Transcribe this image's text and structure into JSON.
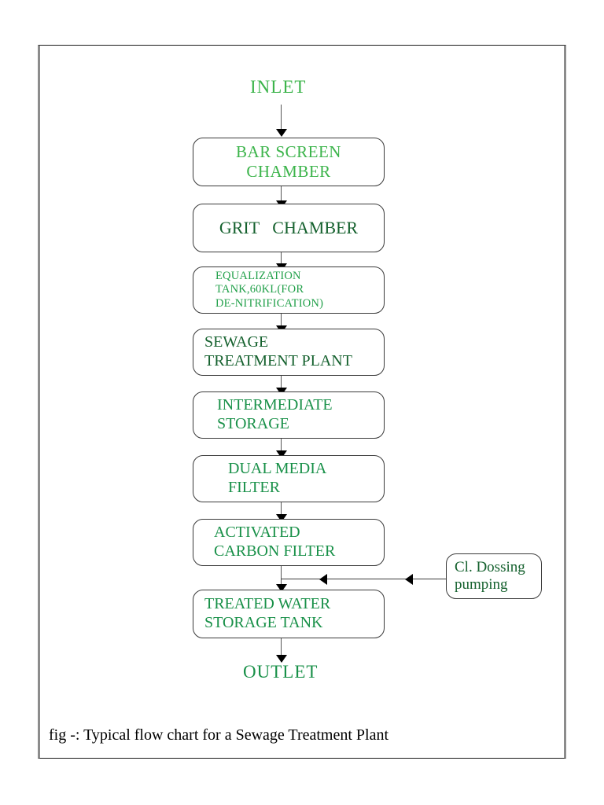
{
  "figure": {
    "caption": "fig -: Typical flow chart for a Sewage Treatment Plant",
    "inlet_label": "INLET",
    "outlet_label": "OUTLET"
  },
  "colors": {
    "light_green": "#3cb44b",
    "mid_green": "#189048",
    "dark_green": "#15612e",
    "frame_side": "#8c8c8c",
    "frame_edge": "#1a1a1a",
    "arrow": "#000000",
    "box_border": "#3a3a3a"
  },
  "chart_data": {
    "type": "diagram",
    "title": "Typical flow chart for a Sewage Treatment Plant",
    "orientation": "top-to-bottom",
    "nodes": [
      {
        "id": "inlet",
        "label": "INLET",
        "shape": "text"
      },
      {
        "id": "bar_screen",
        "line1": "BAR SCREEN",
        "line2": "CHAMBER",
        "shape": "rounded-rect"
      },
      {
        "id": "grit",
        "line1": "GRIT   CHAMBER",
        "shape": "rounded-rect"
      },
      {
        "id": "equalization",
        "line1": "EQUALIZATION",
        "line2": "TANK,60KL(FOR",
        "line3": "DE-NITRIFICATION)",
        "shape": "rounded-rect"
      },
      {
        "id": "stp",
        "line1": "SEWAGE",
        "line2": "TREATMENT PLANT",
        "shape": "rounded-rect"
      },
      {
        "id": "intermediate",
        "line1": "INTERMEDIATE",
        "line2": "STORAGE",
        "shape": "rounded-rect"
      },
      {
        "id": "dual_media",
        "line1": "DUAL MEDIA",
        "line2": "FILTER",
        "shape": "rounded-rect"
      },
      {
        "id": "carbon",
        "line1": "ACTIVATED",
        "line2": "CARBON FILTER",
        "shape": "rounded-rect"
      },
      {
        "id": "treated",
        "line1": "TREATED WATER",
        "line2": "STORAGE TANK",
        "shape": "rounded-rect"
      },
      {
        "id": "cl_dosing",
        "line1": "Cl. Dossing",
        "line2": "pumping",
        "shape": "rounded-rect"
      },
      {
        "id": "outlet",
        "label": "OUTLET",
        "shape": "text"
      }
    ],
    "edges": [
      {
        "from": "inlet",
        "to": "bar_screen",
        "direction": "down"
      },
      {
        "from": "bar_screen",
        "to": "grit",
        "direction": "down"
      },
      {
        "from": "grit",
        "to": "equalization",
        "direction": "down"
      },
      {
        "from": "equalization",
        "to": "stp",
        "direction": "down"
      },
      {
        "from": "stp",
        "to": "intermediate",
        "direction": "down"
      },
      {
        "from": "intermediate",
        "to": "dual_media",
        "direction": "down"
      },
      {
        "from": "dual_media",
        "to": "carbon",
        "direction": "down"
      },
      {
        "from": "carbon",
        "to": "treated",
        "direction": "down"
      },
      {
        "from": "cl_dosing",
        "to": "treated",
        "direction": "left",
        "arrowheads": 2
      },
      {
        "from": "treated",
        "to": "outlet",
        "direction": "down"
      }
    ]
  }
}
